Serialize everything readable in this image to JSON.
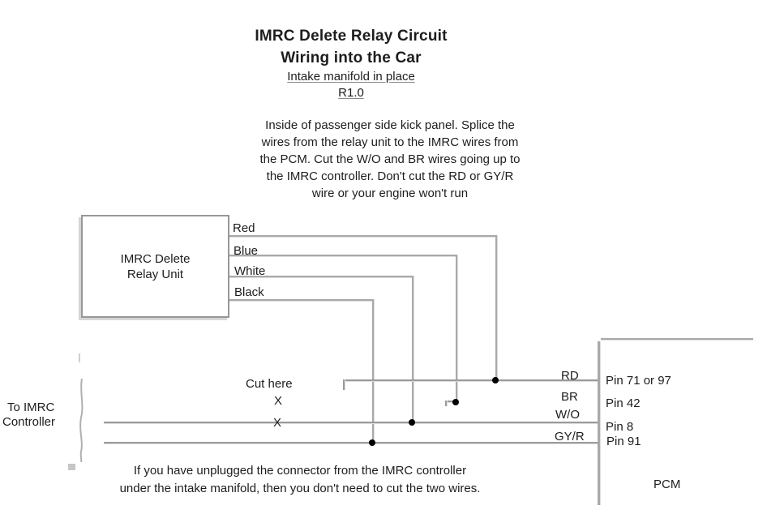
{
  "header": {
    "title_line1": "IMRC Delete Relay Circuit",
    "title_line2": "Wiring into the Car",
    "subtitle": "Intake manifold in place",
    "revision": "R1.0"
  },
  "instructions": {
    "lines": [
      "Inside of passenger side kick panel. Splice the",
      "wires from the relay unit to the IMRC wires from",
      "the PCM.  Cut the W/O and BR wires going up to",
      "the IMRC controller. Don't cut the RD or GY/R",
      "wire or your engine won't run"
    ]
  },
  "relay_unit": {
    "label_line1": "IMRC Delete",
    "label_line2": "Relay Unit"
  },
  "relay_wires": [
    "Red",
    "Blue",
    "White",
    "Black"
  ],
  "car_wire_codes": [
    "RD",
    "BR",
    "W/O",
    "GY/R"
  ],
  "pcm": {
    "label": "PCM",
    "pins": [
      "Pin 71 or 97",
      "Pin 42",
      "Pin 8",
      "Pin 91"
    ]
  },
  "left_label": {
    "line1": "To IMRC",
    "line2": "Controller"
  },
  "cut_note": {
    "label": "Cut here",
    "mark1": "X",
    "mark2": "X"
  },
  "footnote": {
    "lines": [
      "If you have unplugged the connector from the IMRC controller",
      "under the intake manifold, then you don't need to cut the two wires."
    ]
  },
  "colors": {
    "background": "#ffffff",
    "text": "#1d1d1d",
    "wire_line": "#a9a9a9",
    "junction_dot": "#000000"
  }
}
